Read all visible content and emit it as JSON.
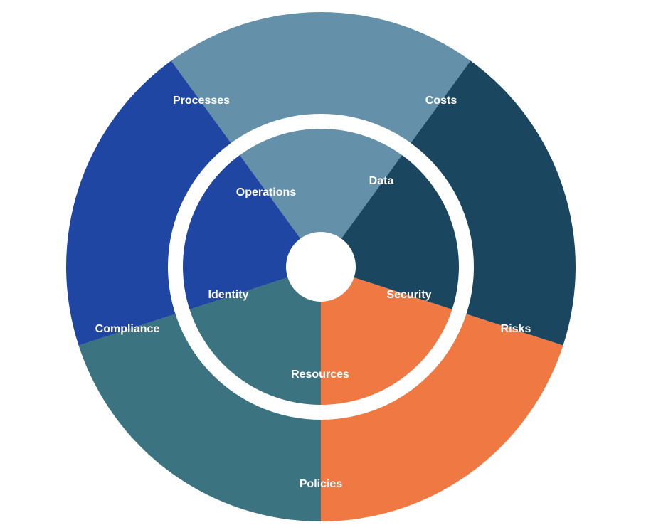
{
  "outer_ring": [
    {
      "label": "Costs",
      "color": "#6490aa"
    },
    {
      "label": "Risks",
      "color": "#1b4660"
    },
    {
      "label": "Policies",
      "color": "#ef7843"
    },
    {
      "label": "Compliance",
      "color": "#3c7380"
    },
    {
      "label": "Processes",
      "color": "#1f46a3"
    }
  ],
  "inner_ring": [
    {
      "label": "Data",
      "color": "#6490aa"
    },
    {
      "label": "Security",
      "color": "#1b4660"
    },
    {
      "label": "Resources",
      "color": "#ef7843"
    },
    {
      "label": "Identity",
      "color": "#3c7380"
    },
    {
      "label": "Operations",
      "color": "#1f46a3"
    }
  ]
}
